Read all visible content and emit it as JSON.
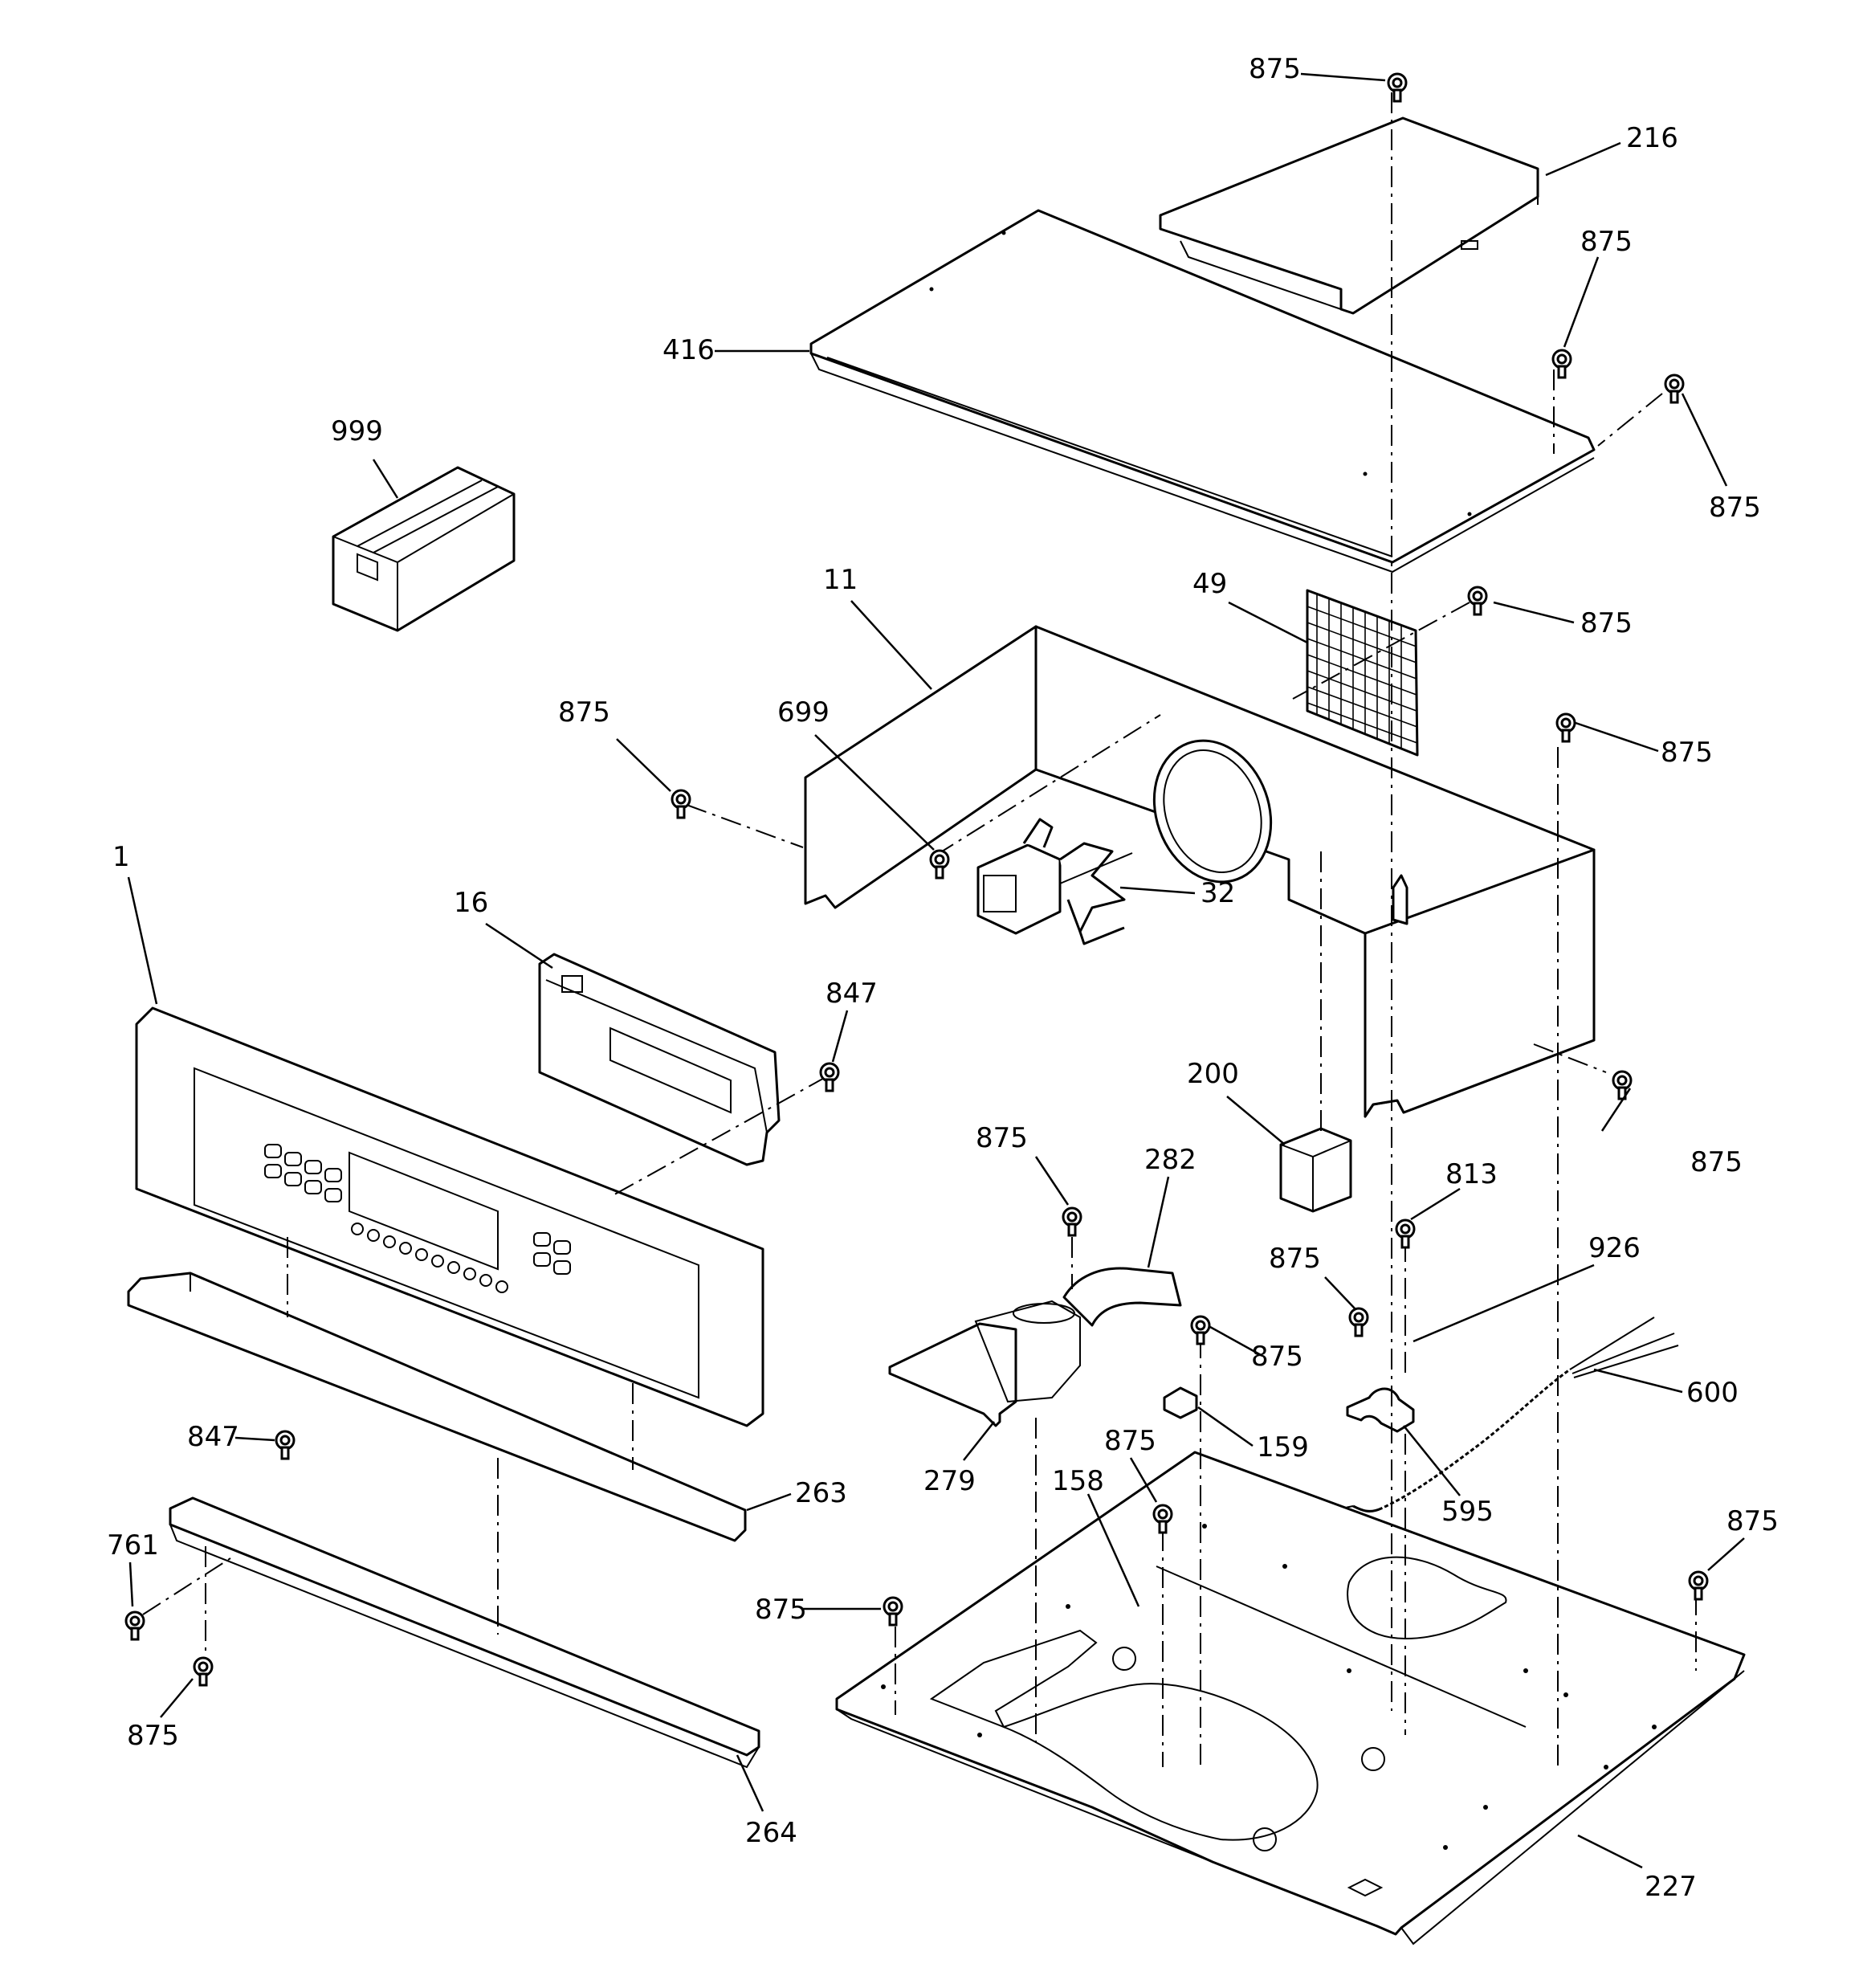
{
  "diagram": {
    "callouts": [
      {
        "id": "c875a",
        "text": "875"
      },
      {
        "id": "c216",
        "text": "216"
      },
      {
        "id": "c875b",
        "text": "875"
      },
      {
        "id": "c416",
        "text": "416"
      },
      {
        "id": "c875c",
        "text": "875"
      },
      {
        "id": "c999",
        "text": "999"
      },
      {
        "id": "c11",
        "text": "11"
      },
      {
        "id": "c49",
        "text": "49"
      },
      {
        "id": "c875d",
        "text": "875"
      },
      {
        "id": "c875e",
        "text": "875"
      },
      {
        "id": "c699",
        "text": "699"
      },
      {
        "id": "c875f",
        "text": "875"
      },
      {
        "id": "c1",
        "text": "1"
      },
      {
        "id": "c32",
        "text": "32"
      },
      {
        "id": "c16",
        "text": "16"
      },
      {
        "id": "c847a",
        "text": "847"
      },
      {
        "id": "c200",
        "text": "200"
      },
      {
        "id": "c875g",
        "text": "875"
      },
      {
        "id": "c875h",
        "text": "875"
      },
      {
        "id": "c282",
        "text": "282"
      },
      {
        "id": "c813",
        "text": "813"
      },
      {
        "id": "c875i",
        "text": "875"
      },
      {
        "id": "c926",
        "text": "926"
      },
      {
        "id": "c875j",
        "text": "875"
      },
      {
        "id": "c600",
        "text": "600"
      },
      {
        "id": "c159",
        "text": "159"
      },
      {
        "id": "c847b",
        "text": "847"
      },
      {
        "id": "c263",
        "text": "263"
      },
      {
        "id": "c279",
        "text": "279"
      },
      {
        "id": "c875k",
        "text": "875"
      },
      {
        "id": "c158",
        "text": "158"
      },
      {
        "id": "c595",
        "text": "595"
      },
      {
        "id": "c761",
        "text": "761"
      },
      {
        "id": "c875l",
        "text": "875"
      },
      {
        "id": "c875m",
        "text": "875"
      },
      {
        "id": "c875n",
        "text": "875"
      },
      {
        "id": "c264",
        "text": "264"
      },
      {
        "id": "c227",
        "text": "227"
      }
    ]
  }
}
